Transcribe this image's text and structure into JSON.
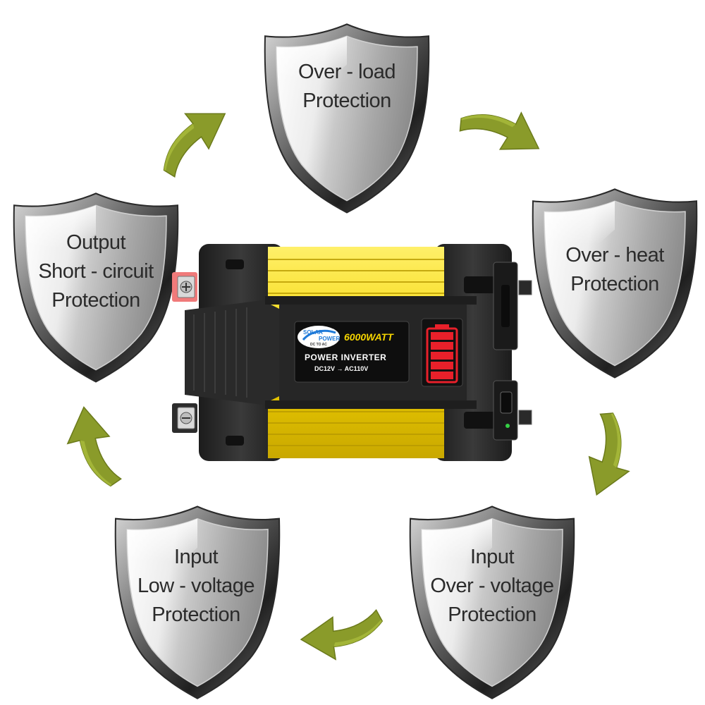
{
  "colors": {
    "arrow": "#8a9b2a",
    "arrow_shadow": "#5d6b17",
    "shield_rim": "#3a3a3a",
    "shield_face_light": "#f2f2f2",
    "shield_face_dark": "#9c9c9c",
    "inverter_body": "#f4d400",
    "inverter_case": "#2c2c2c",
    "label_text": "#2b2b2b",
    "watt_text": "#f4d400",
    "battery_red": "#e8202a"
  },
  "shields": {
    "overload": {
      "lines": [
        "Over - load",
        "Protection"
      ]
    },
    "overheat": {
      "lines": [
        "Over - heat",
        "Protection"
      ]
    },
    "input_overvoltage": {
      "lines": [
        "Input",
        "Over - voltage",
        "Protection"
      ]
    },
    "input_lowvoltage": {
      "lines": [
        "Input",
        "Low - voltage",
        "Protection"
      ]
    },
    "output_shortcircuit": {
      "lines": [
        "Output",
        "Short - circuit",
        "Protection"
      ]
    }
  },
  "inverter": {
    "wattage": "6000WATT",
    "product_name": "POWER INVERTER",
    "conversion": "DC12V → AC110V",
    "logo": {
      "brand_line1": "SOLAR",
      "brand_line2": "POWER",
      "tagline": "DC TO AC"
    },
    "battery_icon": "battery-full-icon"
  }
}
